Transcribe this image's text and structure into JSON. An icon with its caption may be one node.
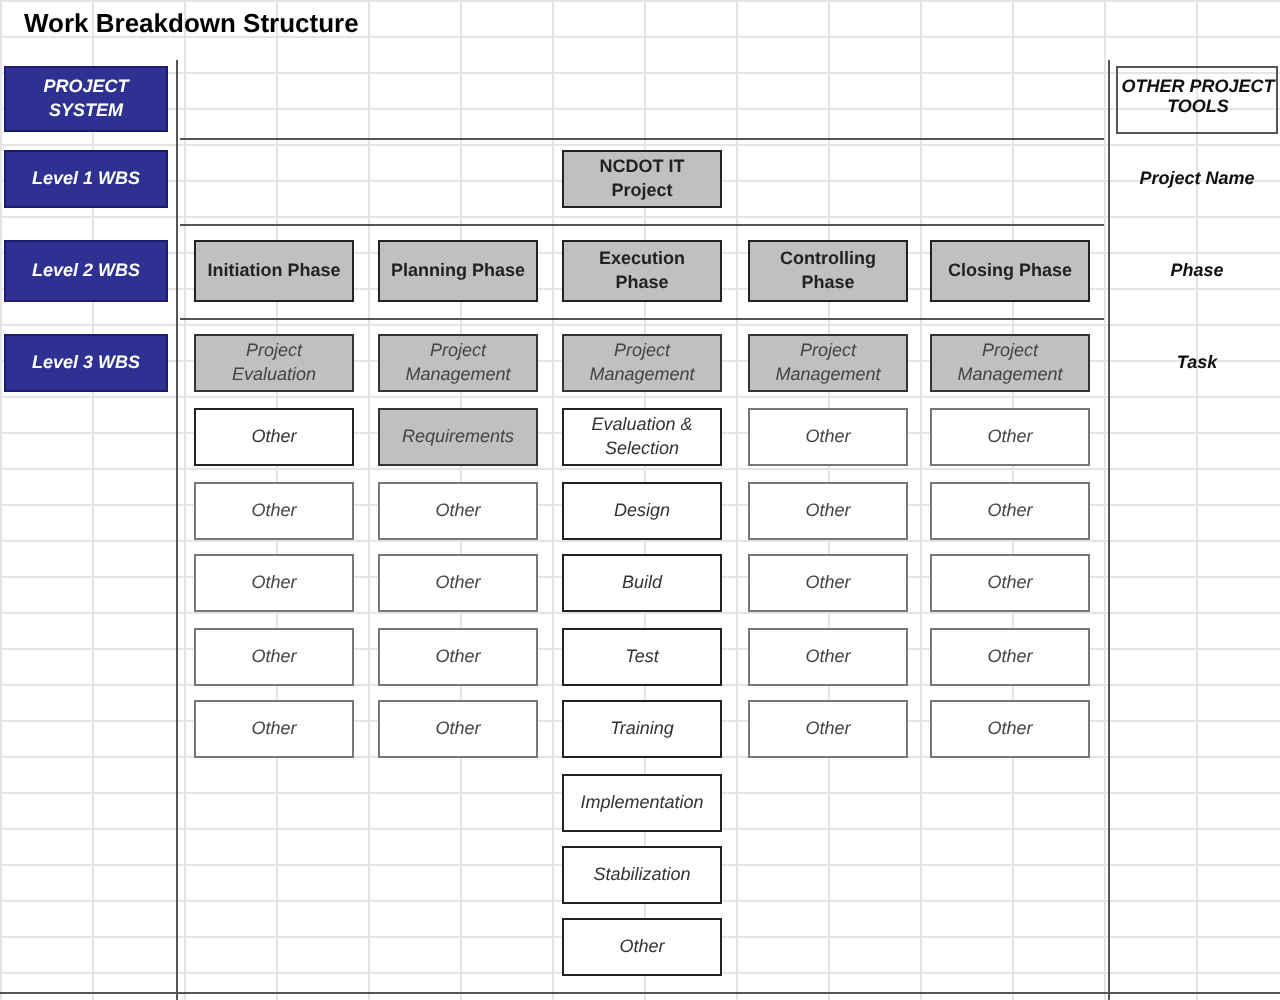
{
  "diagram": {
    "title": "Work Breakdown Structure",
    "nodes": [
      {
        "text": [
          "PROJECT SYSTEM"
        ]
      },
      {
        "text": [
          "Level 1 WBS"
        ]
      },
      {
        "text": [
          "NCDOT IT Project"
        ]
      },
      {
        "text": [
          "Level 2 WBS"
        ]
      },
      {
        "text": [
          "Initiation Phase"
        ]
      },
      {
        "text": [
          "Planning Phase"
        ]
      },
      {
        "text": [
          "Execution Phase"
        ]
      },
      {
        "text": [
          "Controlling Phase"
        ]
      },
      {
        "text": [
          "Closing Phase"
        ]
      },
      {
        "text": [
          "Level 3 WBS"
        ]
      },
      {
        "text": [
          "Project Evaluation"
        ]
      },
      {
        "text": [
          "Project Management"
        ]
      },
      {
        "text": [
          "Project Management"
        ]
      },
      {
        "text": [
          "Project Management"
        ]
      },
      {
        "text": [
          "Project Management"
        ]
      },
      {
        "text": [
          "Other"
        ]
      },
      {
        "text": [
          "Requirements"
        ]
      },
      {
        "text": [
          "Evaluation & Selection"
        ]
      },
      {
        "text": [
          "Other"
        ]
      },
      {
        "text": [
          "Other"
        ]
      },
      {
        "text": [
          "Other"
        ]
      },
      {
        "text": [
          "Other"
        ]
      },
      {
        "text": [
          "Design"
        ]
      },
      {
        "text": [
          "Other"
        ]
      },
      {
        "text": [
          "Other"
        ]
      },
      {
        "text": [
          "Other"
        ]
      },
      {
        "text": [
          "Other"
        ]
      },
      {
        "text": [
          "Build"
        ]
      },
      {
        "text": [
          "Other"
        ]
      },
      {
        "text": [
          "Other"
        ]
      },
      {
        "text": [
          "Other"
        ]
      },
      {
        "text": [
          "Other"
        ]
      },
      {
        "text": [
          "Test"
        ]
      },
      {
        "text": [
          "Other"
        ]
      },
      {
        "text": [
          "Other"
        ]
      },
      {
        "text": [
          "Other"
        ]
      },
      {
        "text": [
          "Other"
        ]
      },
      {
        "text": [
          "Training"
        ]
      },
      {
        "text": [
          "Other"
        ]
      },
      {
        "text": [
          "Other"
        ]
      },
      {
        "text": [
          "Implementation"
        ]
      },
      {
        "text": [
          "Stabilization"
        ]
      },
      {
        "text": [
          "Other"
        ]
      }
    ],
    "labels": [
      "OTHER PROJECT TOOLS",
      "Project Name",
      "Phase",
      "Task"
    ]
  }
}
